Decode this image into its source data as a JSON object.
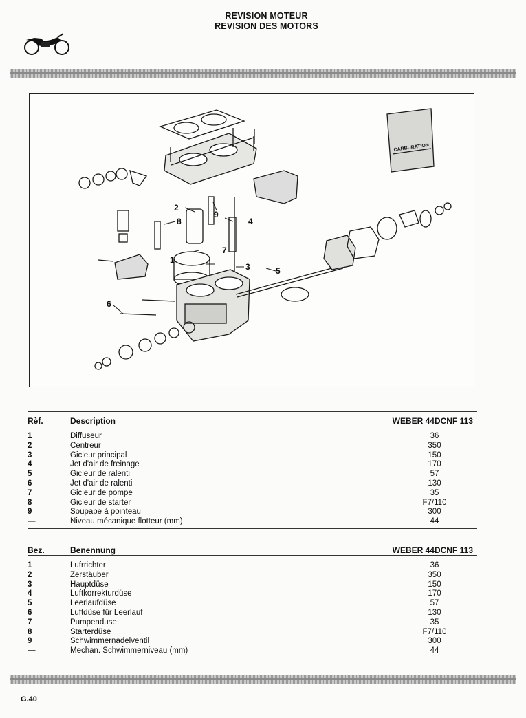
{
  "header": {
    "title_line1": "REVISION MOTEUR",
    "title_line2": "REVISION DES MOTORS"
  },
  "icons": {
    "logo": "motorcycle-icon"
  },
  "figure": {
    "callouts": [
      "1",
      "2",
      "3",
      "4",
      "5",
      "6",
      "7",
      "8",
      "9"
    ],
    "packet_label": "CARBURATION"
  },
  "table_fr": {
    "headers": {
      "ref": "Rèf.",
      "desc": "Description",
      "value": "WEBER 44DCNF 113"
    },
    "rows": [
      {
        "ref": "1",
        "desc": "Diffuseur",
        "value": "36"
      },
      {
        "ref": "2",
        "desc": "Centreur",
        "value": "350"
      },
      {
        "ref": "3",
        "desc": "Gicleur principal",
        "value": "150"
      },
      {
        "ref": "4",
        "desc": "Jet d'air de freinage",
        "value": "170"
      },
      {
        "ref": "5",
        "desc": "Gicleur de ralenti",
        "value": "57"
      },
      {
        "ref": "6",
        "desc": "Jet d'air de ralenti",
        "value": "130"
      },
      {
        "ref": "7",
        "desc": "Gicleur de pompe",
        "value": "35"
      },
      {
        "ref": "8",
        "desc": "Gicleur de starter",
        "value": "F7/110"
      },
      {
        "ref": "9",
        "desc": "Soupape à pointeau",
        "value": "300"
      },
      {
        "ref": "—",
        "desc": "Niveau mécanique flotteur (mm)",
        "value": "44"
      }
    ]
  },
  "table_de": {
    "headers": {
      "ref": "Bez.",
      "desc": "Benennung",
      "value": "WEBER 44DCNF 113"
    },
    "rows": [
      {
        "ref": "1",
        "desc": "Lufrrichter",
        "value": "36"
      },
      {
        "ref": "2",
        "desc": "Zerstäuber",
        "value": "350"
      },
      {
        "ref": "3",
        "desc": "Hauptdüse",
        "value": "150"
      },
      {
        "ref": "4",
        "desc": "Luftkorrekturdüse",
        "value": "170"
      },
      {
        "ref": "5",
        "desc": "Leerlaufdüse",
        "value": "57"
      },
      {
        "ref": "6",
        "desc": "Luftdüse für Leerlauf",
        "value": "130"
      },
      {
        "ref": "7",
        "desc": "Pumpenduse",
        "value": "35"
      },
      {
        "ref": "8",
        "desc": "Starterdüse",
        "value": "F7/110"
      },
      {
        "ref": "9",
        "desc": "Schwimmernadelventil",
        "value": "300"
      },
      {
        "ref": "—",
        "desc": "Mechan. Schwimmerniveau (mm)",
        "value": "44"
      }
    ]
  },
  "footer": {
    "page_number": "G.40"
  }
}
